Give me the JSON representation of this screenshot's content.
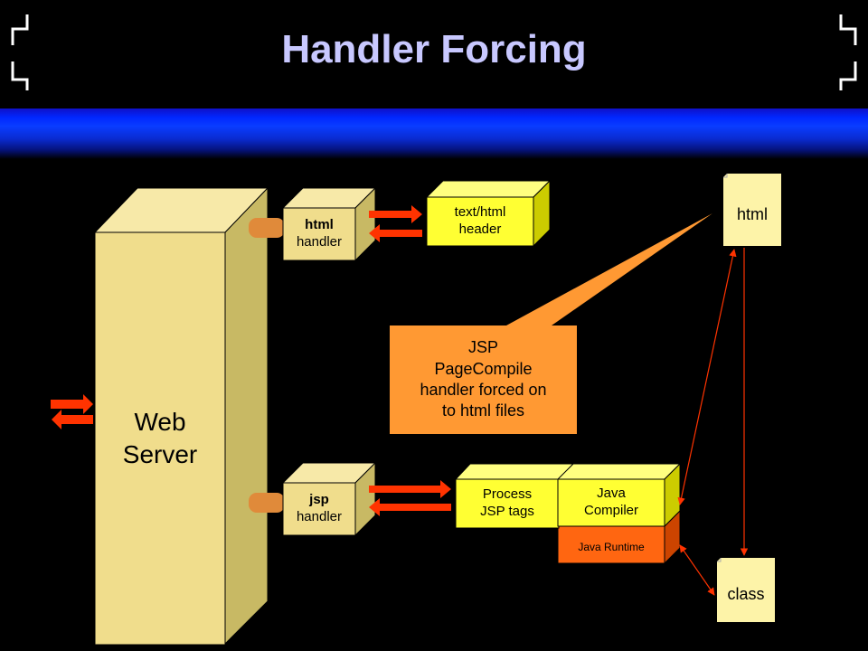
{
  "slide": {
    "title": "Handler Forcing"
  },
  "diagram": {
    "web_server": {
      "line1": "Web",
      "line2": "Server"
    },
    "html_handler": {
      "line1": "html",
      "line2": "handler"
    },
    "jsp_handler": {
      "line1": "jsp",
      "line2": "handler"
    },
    "text_html_header": {
      "line1": "text/html",
      "line2": "header"
    },
    "callout": {
      "line1": "JSP",
      "line2": "PageCompile",
      "line3": "handler forced on",
      "line4": "to html files"
    },
    "process_jsp_tags": {
      "line1": "Process",
      "line2": "JSP tags"
    },
    "java_compiler": {
      "line1": "Java",
      "line2": "Compiler"
    },
    "java_runtime": {
      "label": "Java Runtime"
    },
    "html_document": {
      "label": "html"
    },
    "class_document": {
      "label": "class"
    }
  },
  "colors": {
    "background": "#000000",
    "title": "#c8c8ff",
    "band": "#0a3cff",
    "server_face": "#f0dd8c",
    "server_top": "#f7e9a8",
    "server_side": "#c8b964",
    "yellow_box": "#ffff33",
    "callout": "#ff9933",
    "runtime": "#ff6611",
    "arrow_red": "#ff3300",
    "connector": "#e08a3a",
    "document": "#fdf3a8"
  }
}
